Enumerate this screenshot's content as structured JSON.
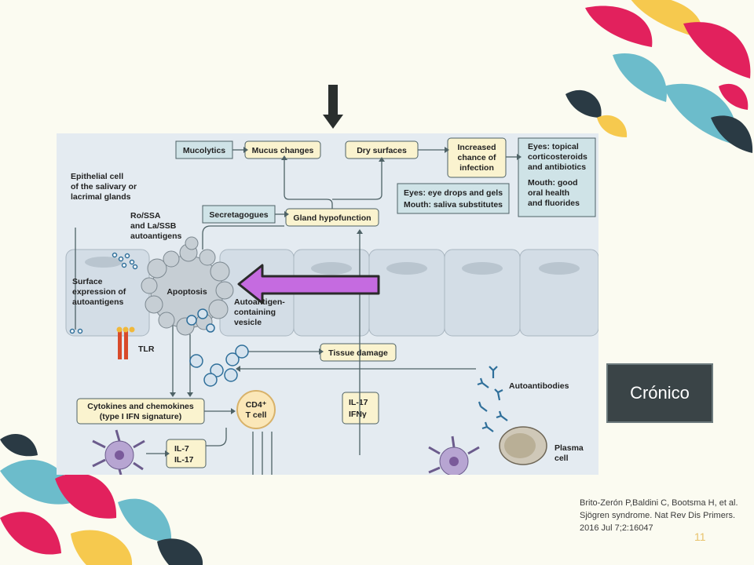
{
  "slide": {
    "tag": "Crónico",
    "citation": "Brito-Zerón P,Baldini C, Bootsma H, et al. Sjögren syndrome. Nat Rev Dis Primers. 2016 Jul 7;2:16047",
    "page_number": "11"
  },
  "figure": {
    "boxes": {
      "mucolytics": "Mucolytics",
      "mucus_changes": "Mucus changes",
      "dry_surfaces": "Dry surfaces",
      "infection": [
        "Increased",
        "chance of",
        "infection"
      ],
      "eyes_topical": [
        "Eyes: topical",
        "corticosteroids",
        "and antibiotics",
        "Mouth: good",
        "oral health",
        "and fluorides"
      ],
      "eye_drops": [
        "Eyes: eye drops and gels",
        "Mouth: saliva substitutes"
      ],
      "secretagogues": "Secretagogues",
      "gland_hypofunction": "Gland hypofunction",
      "tissue_damage": "Tissue damage",
      "cytokines": [
        "Cytokines and chemokines",
        "(type I IFN signature)"
      ],
      "il7": [
        "IL-7",
        "IL-17"
      ],
      "il17": [
        "IL-17",
        "IFNγ"
      ]
    },
    "labels": {
      "epithelial": [
        "Epithelial cell",
        "of the salivary or",
        "lacrimal glands"
      ],
      "ro_ssa": [
        "Ro/SSA",
        "and La/SSB",
        "autoantigens"
      ],
      "surface": [
        "Surface",
        "expression of",
        "autoantigens"
      ],
      "apoptosis": "Apoptosis",
      "vesicle": [
        "Autoantigen-",
        "containing",
        "vesicle"
      ],
      "tlr": "TLR",
      "autoantibodies": "Autoantibodies",
      "cd4": [
        "CD4⁺",
        "T cell"
      ],
      "plasma": [
        "Plasma",
        "cell"
      ]
    }
  }
}
